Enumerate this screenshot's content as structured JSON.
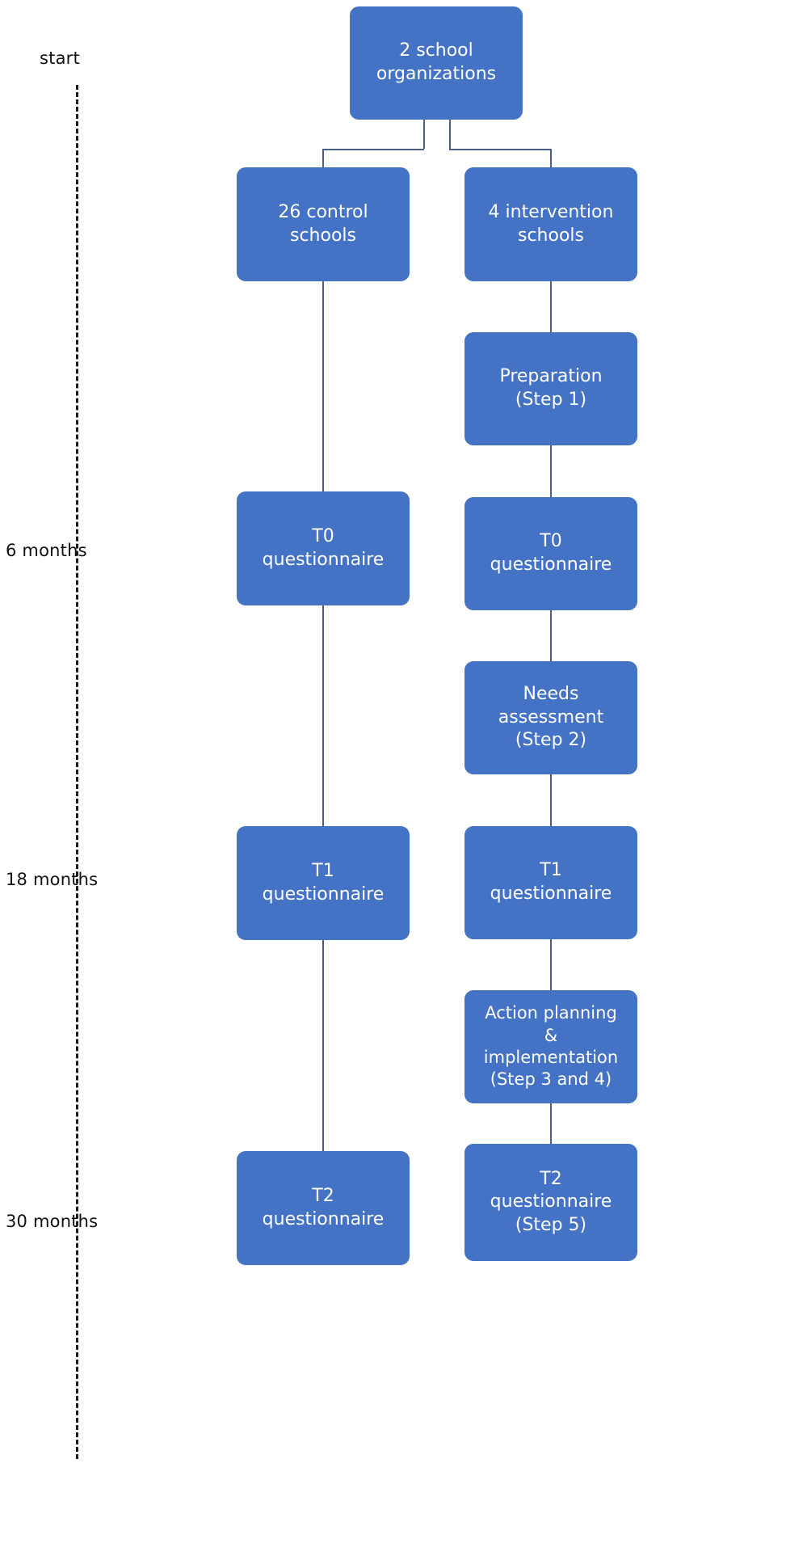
{
  "figure": {
    "type": "flowchart",
    "accent_color": "#4472C4",
    "connector_color": "#4A5F83",
    "timeline_color": "#1B1B1B",
    "background": "#FFFFFF"
  },
  "timeline": {
    "name": "study-timeline",
    "ticks": [
      {
        "label": "start"
      },
      {
        "label": "6 months"
      },
      {
        "label": "18 months"
      },
      {
        "label": "30 months"
      }
    ]
  },
  "nodes": {
    "root": {
      "line1": "2 school",
      "line2": "organizations"
    },
    "control": {
      "schools": {
        "line1": "26 control",
        "line2": "schools"
      },
      "t0": {
        "line1": "T0",
        "line2": "questionnaire"
      },
      "t1": {
        "line1": "T1",
        "line2": "questionnaire"
      },
      "t2": {
        "line1": "T2",
        "line2": "questionnaire"
      }
    },
    "intervention": {
      "schools": {
        "line1": "4 intervention",
        "line2": "schools"
      },
      "preparation": {
        "line1": "Preparation",
        "line2": "(Step 1)"
      },
      "t0": {
        "line1": "T0",
        "line2": "questionnaire"
      },
      "needs": {
        "line1": "Needs",
        "line2": "assessment",
        "line3": "(Step 2)"
      },
      "t1": {
        "line1": "T1",
        "line2": "questionnaire"
      },
      "action": {
        "line1": "Action planning",
        "line2": "&",
        "line3": "implementation",
        "line4": "(Step 3 and 4)"
      },
      "t2": {
        "line1": "T2",
        "line2": "questionnaire",
        "line3": "(Step 5)"
      }
    }
  }
}
